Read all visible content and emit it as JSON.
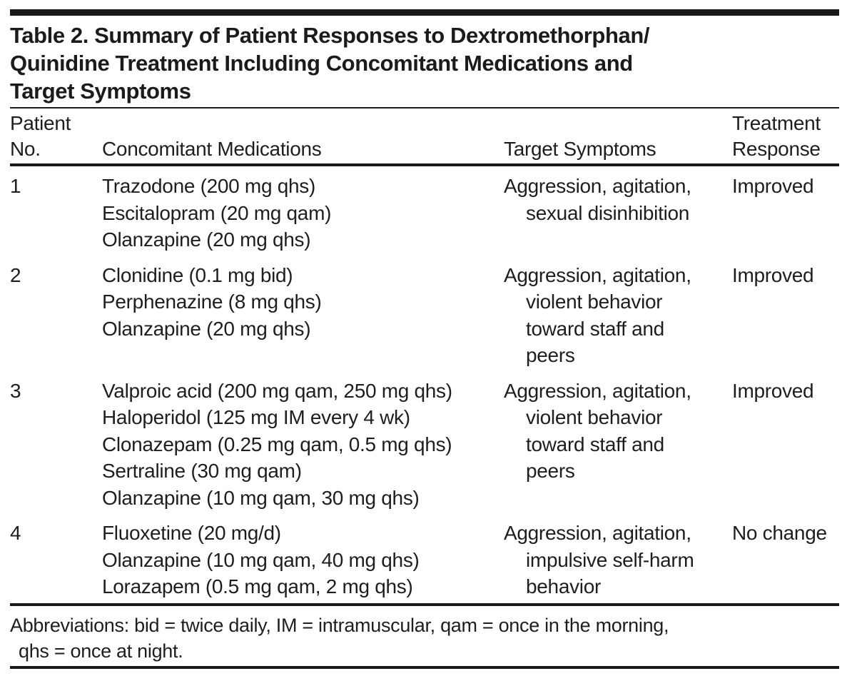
{
  "colors": {
    "background": "#ffffff",
    "text": "#1e1e1e",
    "rule": "#191919"
  },
  "table": {
    "title_lines": [
      "Table 2. Summary of Patient Responses to Dextromethorphan/",
      "Quinidine Treatment Including Concomitant Medications and",
      "Target Symptoms"
    ],
    "columns": {
      "patient_lines": [
        "Patient",
        "No."
      ],
      "medications": "Concomitant Medications",
      "symptoms": "Target Symptoms",
      "response_lines": [
        "Treatment",
        "Response"
      ]
    },
    "rows": [
      {
        "patient_no": "1",
        "medication_lines": [
          "Trazodone (200 mg qhs)",
          "Escitalopram (20 mg qam)",
          "Olanzapine (20 mg qhs)"
        ],
        "symptom_lines": [
          "Aggression, agitation,",
          "sexual disinhibition"
        ],
        "response": "Improved"
      },
      {
        "patient_no": "2",
        "medication_lines": [
          "Clonidine (0.1 mg bid)",
          "Perphenazine (8 mg qhs)",
          "Olanzapine (20 mg qhs)"
        ],
        "symptom_lines": [
          "Aggression, agitation,",
          "violent behavior",
          "toward staff and",
          "peers"
        ],
        "response": "Improved"
      },
      {
        "patient_no": "3",
        "medication_lines": [
          "Valproic acid (200 mg qam, 250 mg qhs)",
          "Haloperidol (125 mg IM every 4 wk)",
          "Clonazepam (0.25 mg qam, 0.5 mg qhs)",
          "Sertraline (30 mg qam)",
          "Olanzapine (10 mg qam, 30 mg qhs)"
        ],
        "symptom_lines": [
          "Aggression, agitation,",
          "violent behavior",
          "toward staff and",
          "peers"
        ],
        "response": "Improved"
      },
      {
        "patient_no": "4",
        "medication_lines": [
          "Fluoxetine (20 mg/d)",
          "Olanzapine (10 mg qam, 40 mg qhs)",
          "Lorazapem (0.5 mg qam, 2 mg qhs)"
        ],
        "symptom_lines": [
          "Aggression, agitation,",
          "impulsive self-harm",
          "behavior"
        ],
        "response": "No change"
      }
    ],
    "footnote_lines": [
      "Abbreviations: bid = twice daily, IM = intramuscular, qam = once in the morning,",
      "qhs = once at night."
    ]
  }
}
